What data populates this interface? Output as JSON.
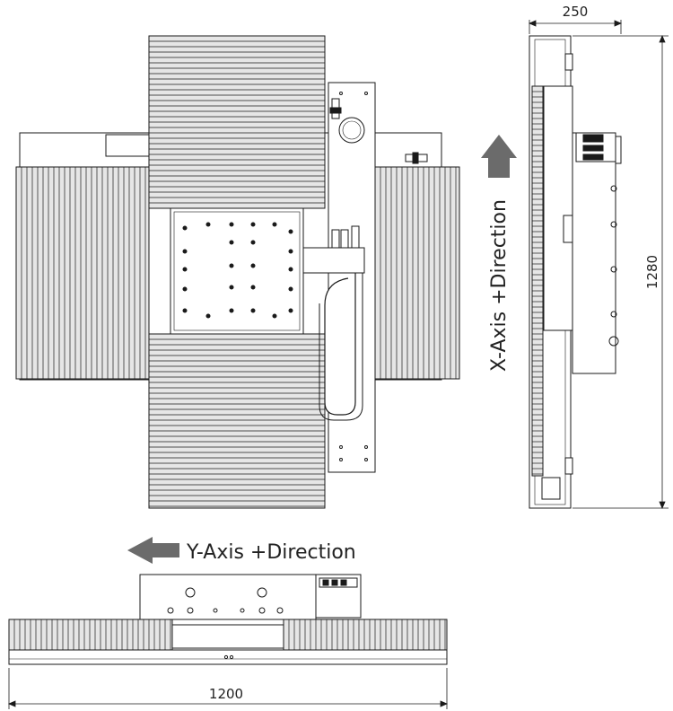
{
  "dimensions": {
    "width_top_view": "250",
    "height_side_view": "1280",
    "length_front_view": "1200"
  },
  "directions": {
    "x_axis": "X-Axis +Direction",
    "y_axis": "Y-Axis +Direction"
  },
  "colors": {
    "line": "#1a1a1a",
    "bellows_fill": "#e6e6e6",
    "arrow": "#6b6b6b",
    "plate": "#ffffff"
  }
}
